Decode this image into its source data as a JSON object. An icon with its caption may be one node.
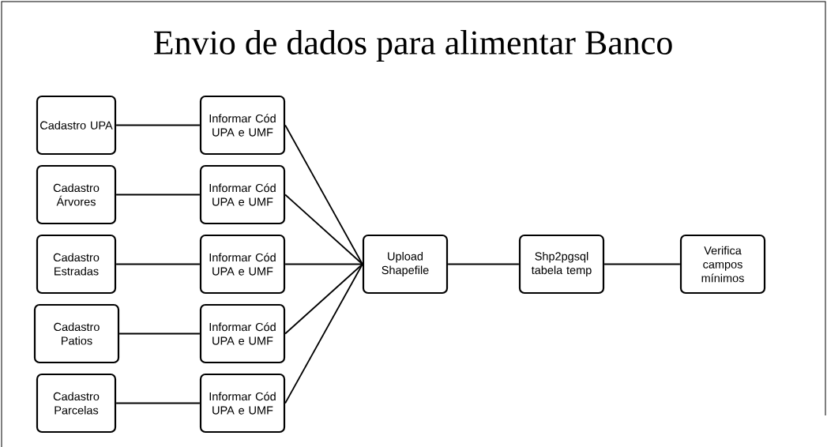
{
  "diagram": {
    "title": "Envio de dados para alimentar Banco",
    "nodes": [
      {
        "text": [
          "Cadastro UPA"
        ]
      },
      {
        "text": [
          "Informar Cód UPA e UMF"
        ]
      },
      {
        "text": [
          "Cadastro Árvores"
        ]
      },
      {
        "text": [
          "Informar Cód UPA e UMF"
        ]
      },
      {
        "text": [
          "Cadastro Estradas"
        ]
      },
      {
        "text": [
          "Informar Cód UPA e UMF"
        ]
      },
      {
        "text": [
          "Cadastro Patios"
        ]
      },
      {
        "text": [
          "Informar Cód UPA e UMF"
        ]
      },
      {
        "text": [
          "Cadastro Parcelas"
        ]
      },
      {
        "text": [
          "Informar Cód UPA e UMF"
        ]
      },
      {
        "text": [
          "Upload Shapefile"
        ]
      },
      {
        "text": [
          "Shp2pgsql tabela temp"
        ]
      },
      {
        "text": [
          "Verifica campos mínimos"
        ]
      }
    ],
    "edges": [
      {
        "from": 0,
        "to": 1,
        "arrow": "none"
      },
      {
        "from": 2,
        "to": 3,
        "arrow": "none"
      },
      {
        "from": 4,
        "to": 5,
        "arrow": "none"
      },
      {
        "from": 6,
        "to": 7,
        "arrow": "none"
      },
      {
        "from": 8,
        "to": 9,
        "arrow": "none"
      },
      {
        "from": 1,
        "to": 10,
        "arrow": "none"
      },
      {
        "from": 3,
        "to": 10,
        "arrow": "none"
      },
      {
        "from": 5,
        "to": 10,
        "arrow": "none"
      },
      {
        "from": 7,
        "to": 10,
        "arrow": "none"
      },
      {
        "from": 9,
        "to": 10,
        "arrow": "none"
      },
      {
        "from": 10,
        "to": 11,
        "arrow": "none"
      },
      {
        "from": 11,
        "to": 12,
        "arrow": "none"
      }
    ]
  }
}
